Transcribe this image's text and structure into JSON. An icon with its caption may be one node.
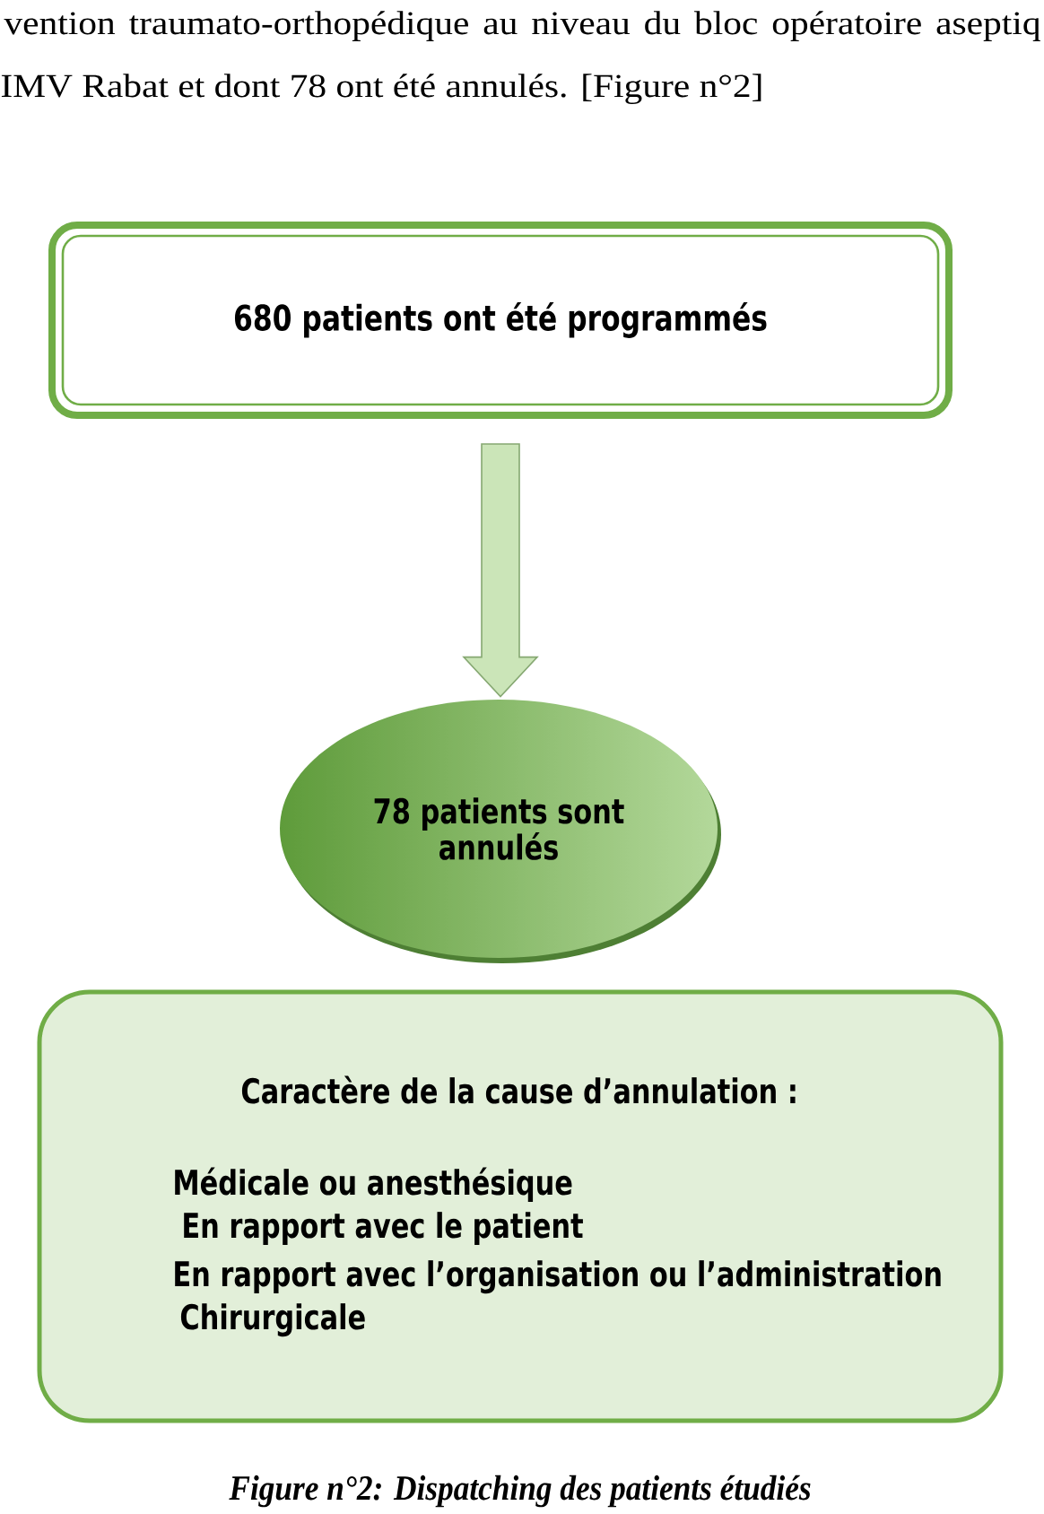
{
  "diagram": {
    "caption": "Figure n°2: Dispatching des patients étudiés",
    "nodes": [
      {
        "text": [
          "680 patients ont été programmés"
        ]
      },
      {
        "text": [
          "78 patients sont annulés"
        ]
      },
      {
        "text": [
          "Caractère de la cause d’annulation :",
          "Médicale ou anesthésique",
          "En rapport avec le patient",
          "En rapport avec l’organisation ou l’administration",
          "Chirurgicale"
        ]
      }
    ],
    "edges": [
      {
        "from": 0,
        "to": 1,
        "arrow": "to"
      }
    ],
    "labels": [
      "vention traumato-orthopédique au niveau du bloc opératoire aseptiq",
      "IMV Rabat et dont 78 ont été annulés. [Figure n°2]"
    ]
  }
}
